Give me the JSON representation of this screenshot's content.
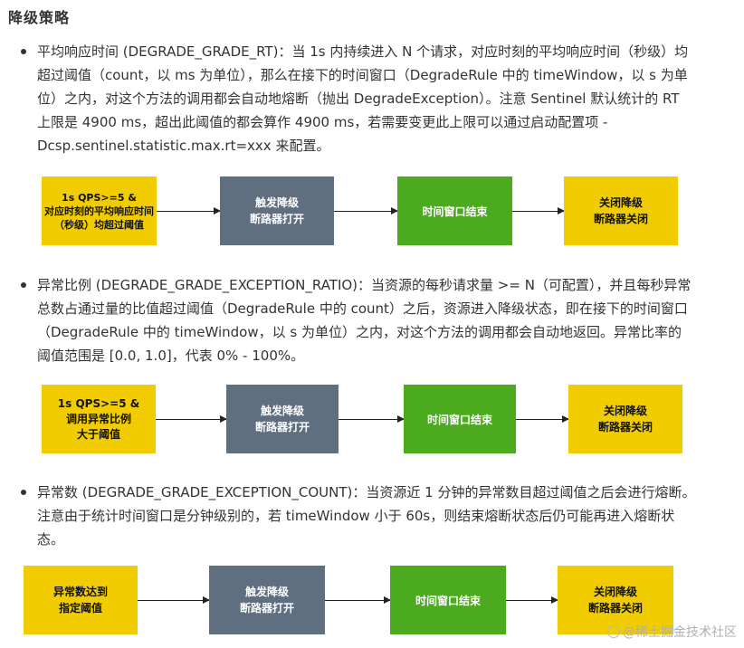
{
  "heading": "降级策略",
  "sections": [
    {
      "text": "平均响应时间 (DEGRADE_GRADE_RT)：当 1s 内持续进入 N 个请求，对应时刻的平均响应时间（秒级）均\n超过阈值（count，以 ms 为单位），那么在接下的时间窗口（DegradeRule 中的 timeWindow，以 s 为单\n位）之内，对这个方法的调用都会自动地熔断（抛出 DegradeException）。注意 Sentinel 默认统计的 RT\n上限是 4900 ms，超出此阈值的都会算作 4900 ms，若需要变更此上限可以通过启动配置项 -\nDcsp.sentinel.statistic.max.rt=xxx 来配置。",
      "flow": [
        "1s  QPS>=5 &\n对应时刻的平均响应时间\n（秒级）均超过阈值",
        "触发降级\n断路器打开",
        "时间窗口结束",
        "关闭降级\n断路器关闭"
      ]
    },
    {
      "text": "异常比例 (DEGRADE_GRADE_EXCEPTION_RATIO)：当资源的每秒请求量 >= N（可配置），并且每秒异常\n总数占通过量的比值超过阈值（DegradeRule 中的 count）之后，资源进入降级状态，即在接下的时间窗口\n（DegradeRule 中的 timeWindow，以 s 为单位）之内，对这个方法的调用都会自动地返回。异常比率的\n阈值范围是 [0.0, 1.0]，代表 0% - 100%。",
      "flow": [
        "1s QPS>=5 &\n调用异常比例\n大于阈值",
        "触发降级\n断路器打开",
        "时间窗口结束",
        "关闭降级\n断路器关闭"
      ]
    },
    {
      "text": "异常数 (DEGRADE_GRADE_EXCEPTION_COUNT)：当资源近 1 分钟的异常数目超过阈值之后会进行熔断。\n注意由于统计时间窗口是分钟级别的，若 timeWindow 小于 60s，则结束熔断状态后仍可能再进入熔断状\n态。",
      "flow": [
        "异常数达到\n指定阈值",
        "触发降级\n断路器打开",
        "时间窗口结束",
        "关闭降级\n断路器关闭"
      ]
    }
  ],
  "watermark": "@稀土掘金技术社区",
  "colors": {
    "yellow": "#f0cc00",
    "slate": "#5f6f80",
    "green": "#4caa1e"
  }
}
